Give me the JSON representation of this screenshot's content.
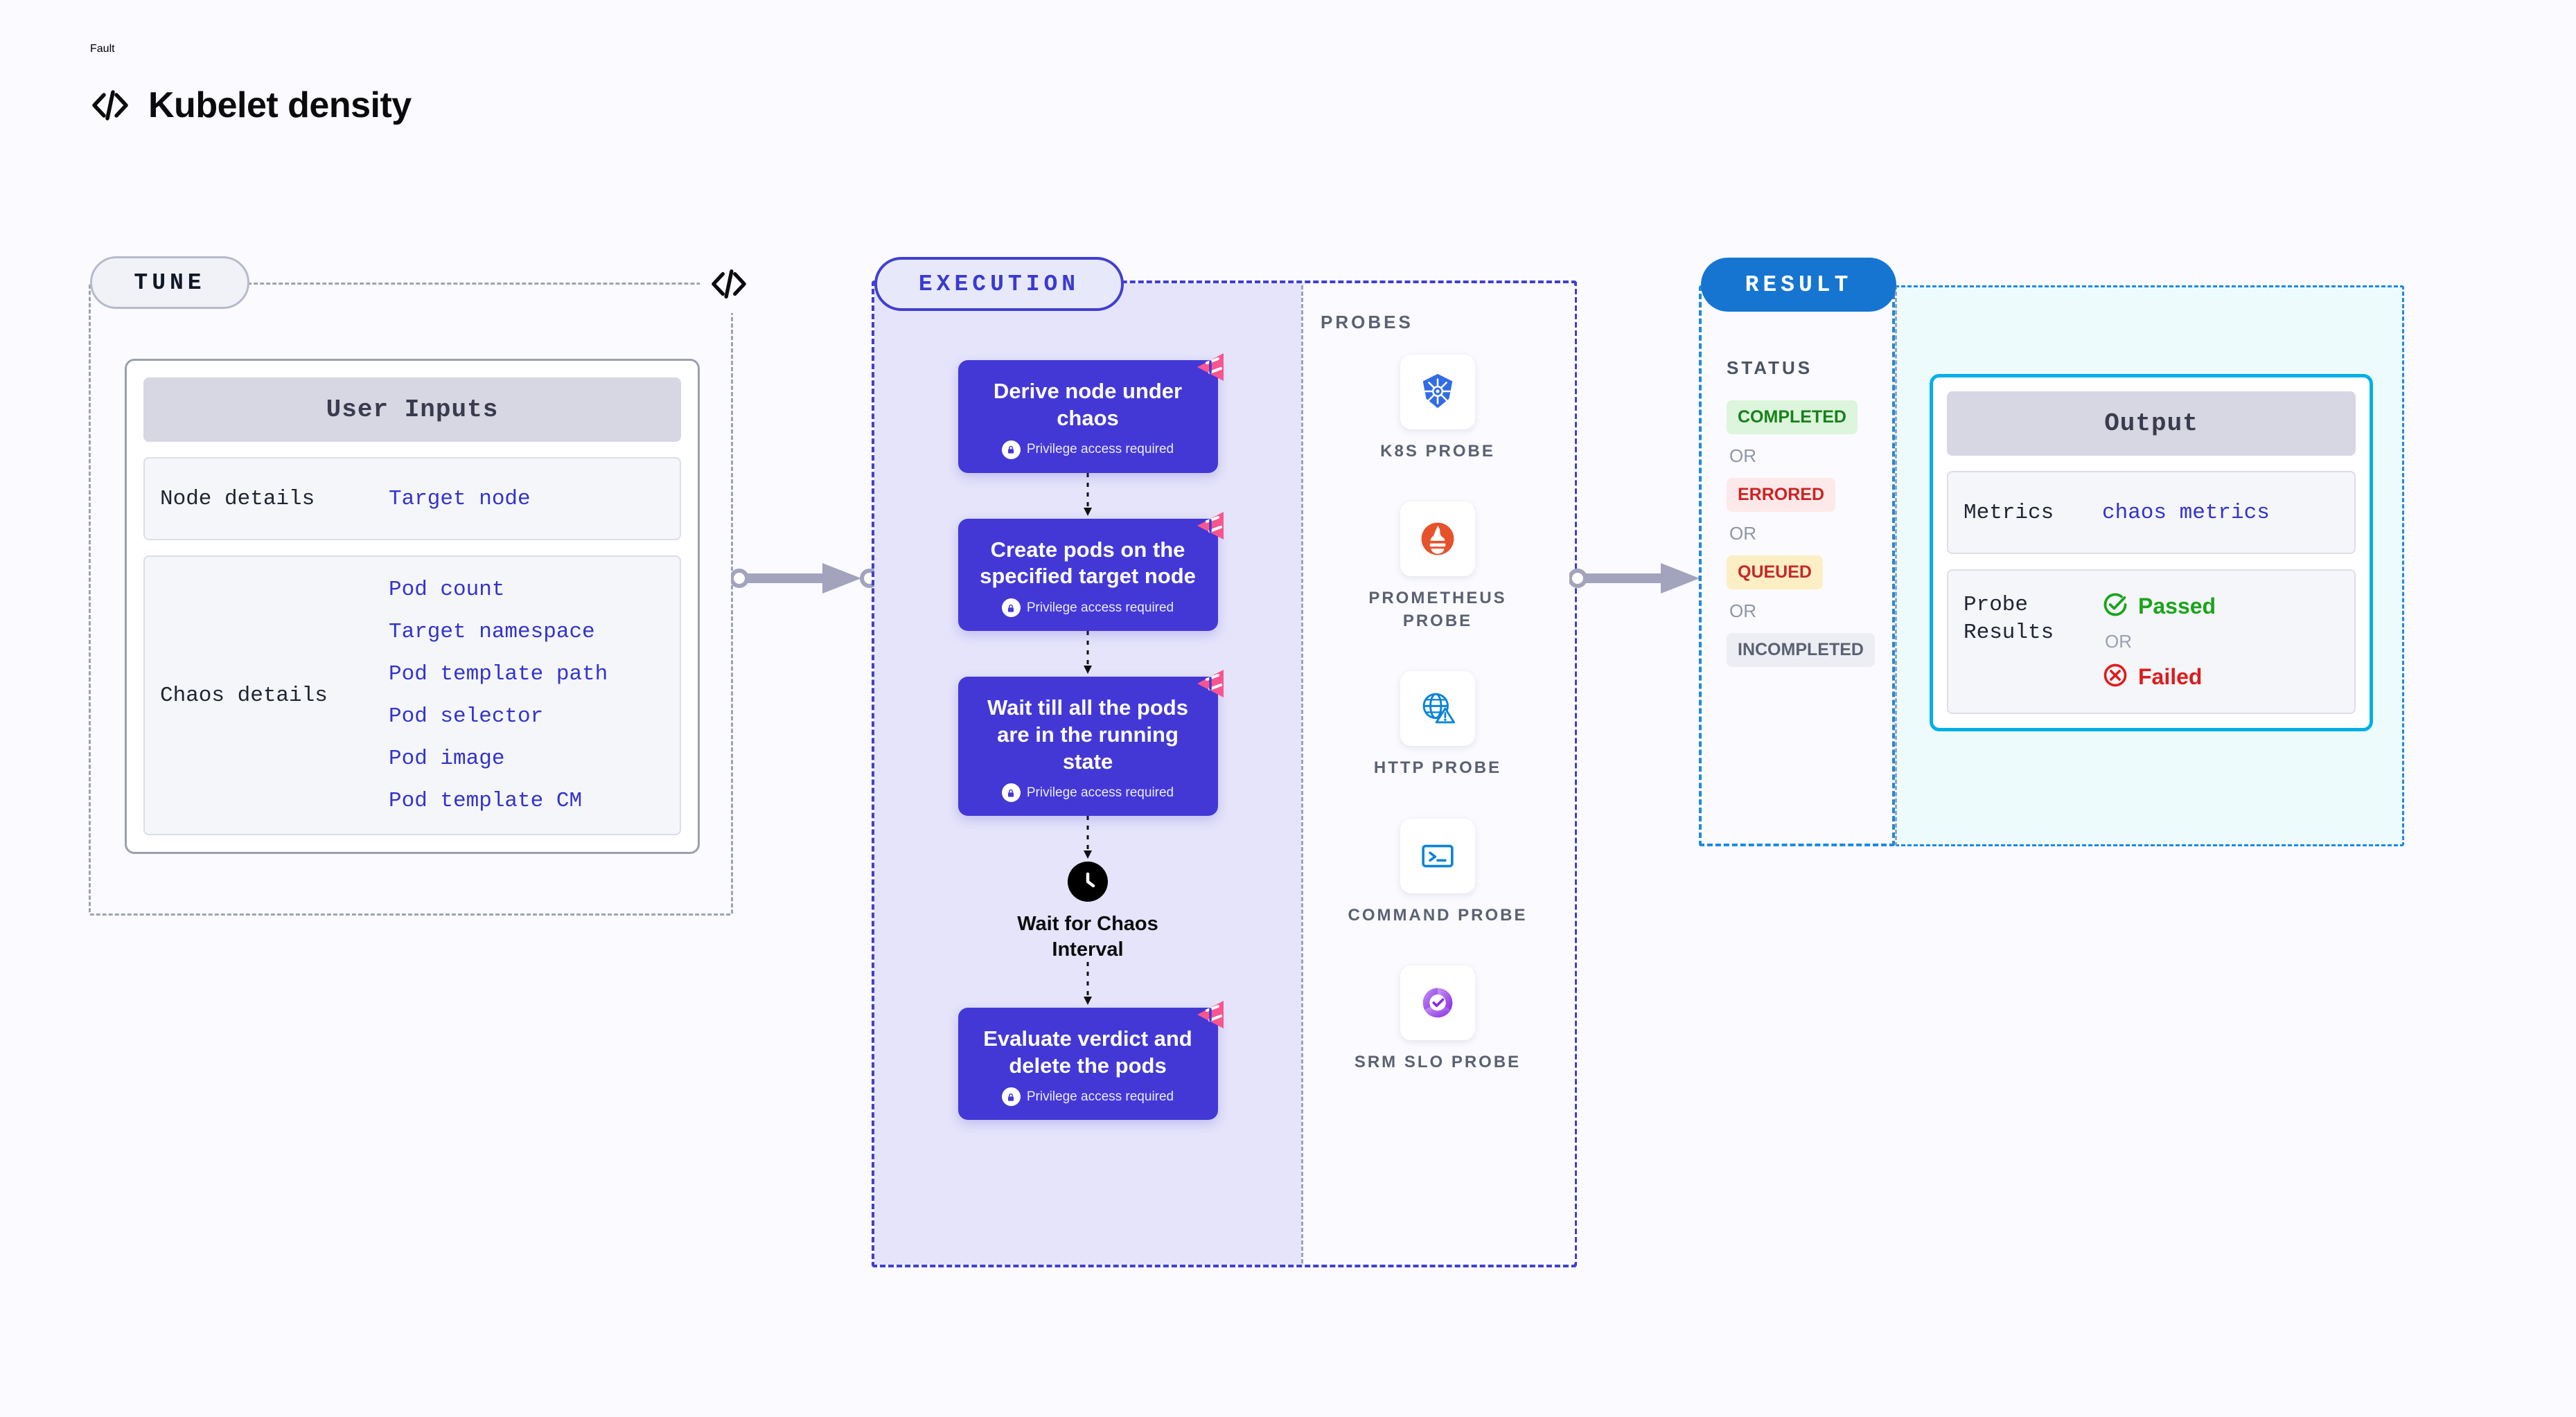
{
  "header": {
    "kicker": "Fault",
    "title": "Kubelet density",
    "icon": "code-icon"
  },
  "stages": {
    "tune": {
      "pill_label": "TUNE",
      "divider_icon": "code-icon",
      "card": {
        "title": "User Inputs",
        "rows": [
          {
            "key": "Node details",
            "values": [
              "Target node"
            ]
          },
          {
            "key": "Chaos details",
            "values": [
              "Pod count",
              "Target namespace",
              "Pod template path",
              "Pod selector",
              "Pod image",
              "Pod template CM"
            ]
          }
        ]
      }
    },
    "execution": {
      "pill_label": "EXECUTION",
      "steps": [
        {
          "title": "Derive node under chaos",
          "sub": "Privilege access required",
          "badge_icon": "harness-ribbon-icon",
          "lock_icon": "lock-icon"
        },
        {
          "title": "Create pods on the specified target node",
          "sub": "Privilege access required",
          "badge_icon": "harness-ribbon-icon",
          "lock_icon": "lock-icon"
        },
        {
          "title": "Wait till all the pods are in the running state",
          "sub": "Privilege access required",
          "badge_icon": "harness-ribbon-icon",
          "lock_icon": "lock-icon"
        }
      ],
      "wait_node": {
        "label": "Wait for Chaos Interval",
        "icon": "clock-icon"
      },
      "final_step": {
        "title": "Evaluate verdict and delete the pods",
        "sub": "Privilege access required",
        "badge_icon": "harness-ribbon-icon",
        "lock_icon": "lock-icon"
      },
      "probes": {
        "label": "PROBES",
        "items": [
          {
            "label": "K8S PROBE",
            "icon": "kubernetes-icon"
          },
          {
            "label": "PROMETHEUS PROBE",
            "icon": "prometheus-icon"
          },
          {
            "label": "HTTP PROBE",
            "icon": "http-globe-icon"
          },
          {
            "label": "COMMAND PROBE",
            "icon": "terminal-icon"
          },
          {
            "label": "SRM SLO PROBE",
            "icon": "srm-slo-icon"
          }
        ]
      }
    },
    "result": {
      "pill_label": "RESULT",
      "status_label": "STATUS",
      "or_label": "OR",
      "statuses": [
        {
          "label": "COMPLETED",
          "bg": "#dcf5dc",
          "fg": "#18801a"
        },
        {
          "label": "ERRORED",
          "bg": "#fde9e9",
          "fg": "#cc2222"
        },
        {
          "label": "QUEUED",
          "bg": "#fdeec4",
          "fg": "#c62828"
        },
        {
          "label": "INCOMPLETED",
          "bg": "#eceef3",
          "fg": "#5b6072"
        }
      ],
      "output_card": {
        "title": "Output",
        "metrics": {
          "key": "Metrics",
          "value": "chaos metrics"
        },
        "probe_results": {
          "key": "Probe Results",
          "or_label": "OR",
          "passed": {
            "label": "Passed",
            "icon": "check-circle-icon",
            "color": "#1aa41a"
          },
          "failed": {
            "label": "Failed",
            "icon": "x-circle-icon",
            "color": "#e01b1b"
          }
        }
      }
    }
  },
  "colors": {
    "canvas": "#fafaff",
    "tune_dash": "#9ca3af",
    "execution_dash": "#4040d0",
    "execution_fill": "#e5e4fa",
    "result_dash": "#1e8ae0",
    "step_node": "#4338d6",
    "harness_pink": "#f9558f",
    "mono_value": "#3333cc"
  }
}
